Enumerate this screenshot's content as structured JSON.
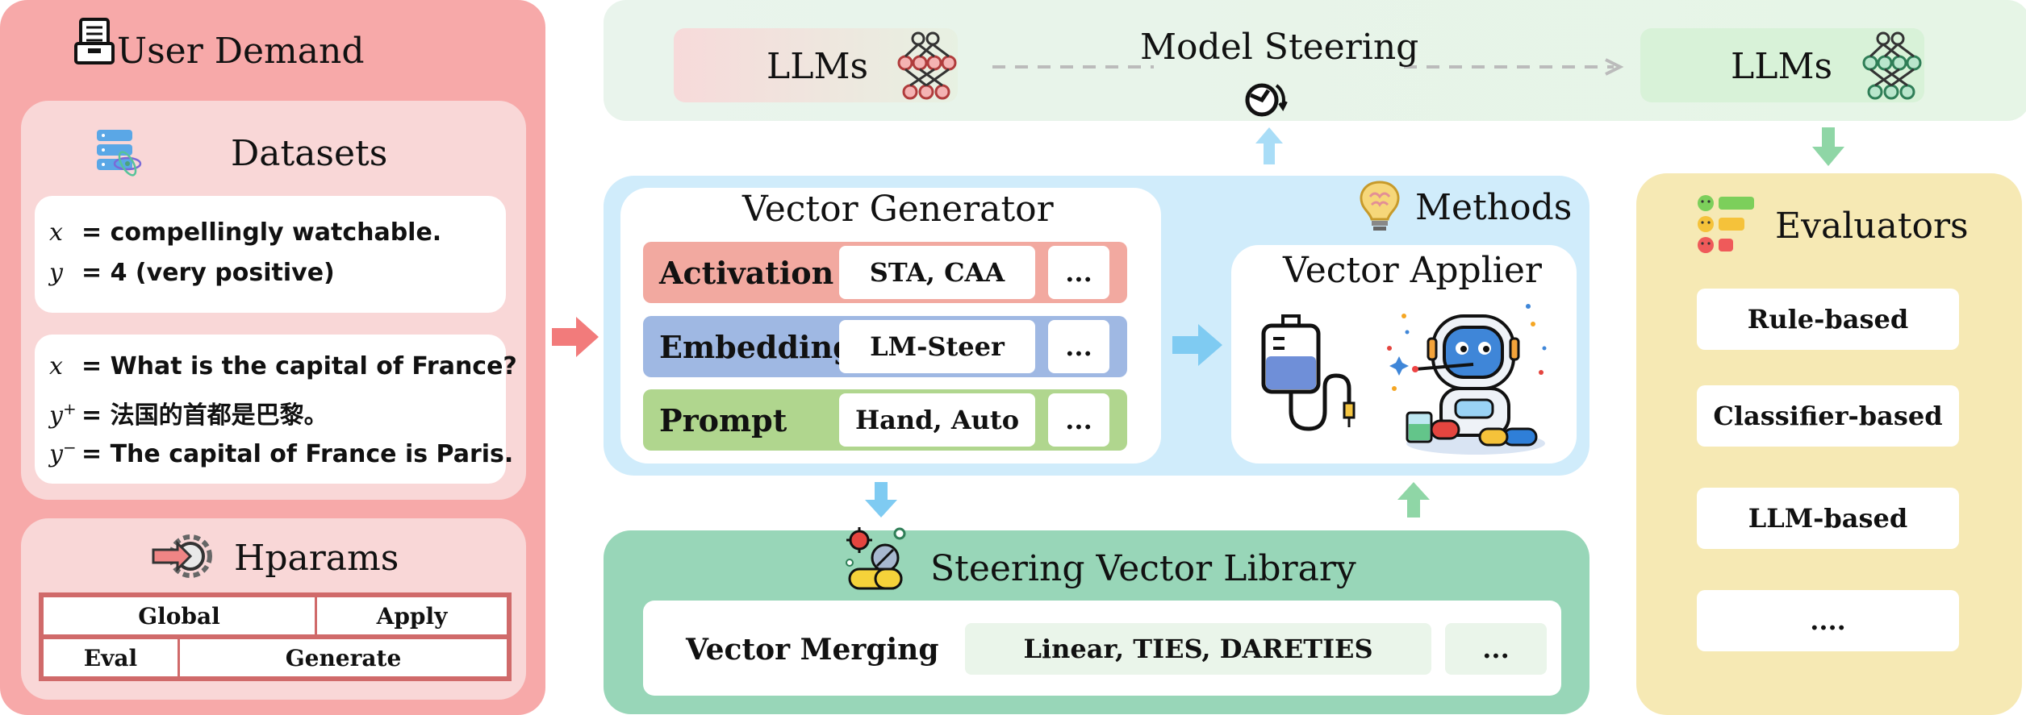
{
  "user_demand": {
    "title": "User Demand",
    "datasets": {
      "title": "Datasets",
      "example1": {
        "x_var": "x",
        "x_text": "= compellingly watchable.",
        "y_var": "y",
        "y_text": "= 4 (very positive)"
      },
      "example2": {
        "x_var": "x",
        "x_text": "= What is the capital of France?",
        "yplus_var": "y",
        "yplus_sup": "+",
        "yplus_text": "= 法国的首都是巴黎。",
        "yminus_var": "y",
        "yminus_sup": "−",
        "yminus_text": "= The capital of France is Paris."
      }
    },
    "hparams": {
      "title": "Hparams",
      "cells": {
        "global": "Global",
        "apply": "Apply",
        "eval": "Eval",
        "generate": "Generate"
      }
    }
  },
  "model_steering": {
    "title": "Model Steering",
    "llm_left": "LLMs",
    "llm_right": "LLMs"
  },
  "methods": {
    "title": "Methods",
    "vector_generator": {
      "title": "Vector Generator",
      "rows": [
        {
          "label": "Activation",
          "methods": "STA, CAA",
          "more": "...",
          "color": "#f2a9a0"
        },
        {
          "label": "Embedding",
          "methods": "LM-Steer",
          "more": "...",
          "color": "#9fb8e3"
        },
        {
          "label": "Prompt",
          "methods": "Hand, Auto",
          "more": "...",
          "color": "#b0d68e"
        }
      ]
    },
    "vector_applier": {
      "title": "Vector Applier"
    }
  },
  "library": {
    "title": "Steering Vector Library",
    "merging_label": "Vector Merging",
    "merging_methods": "Linear, TIES, DARETIES",
    "more": "..."
  },
  "evaluators": {
    "title": "Evaluators",
    "items": [
      "Rule-based",
      "Classifier-based",
      "LLM-based",
      "...."
    ]
  },
  "colors": {
    "user_demand": "#f7a9a9",
    "methods": "#d0ecfb",
    "library": "#98d6b8",
    "evaluators": "#f6e9b4",
    "arrow_blue": "#7fcbf2",
    "arrow_green": "#8fd6a6",
    "arrow_red": "#f27b7b"
  },
  "icons": [
    "archive-box-icon",
    "database-icon",
    "gear-arrow-icon",
    "neural-network-icon",
    "steering-wheel-icon",
    "brain-bulb-icon",
    "iv-drip-icon",
    "robot-icon",
    "virus-pill-icon",
    "emoji-scale-icon"
  ]
}
